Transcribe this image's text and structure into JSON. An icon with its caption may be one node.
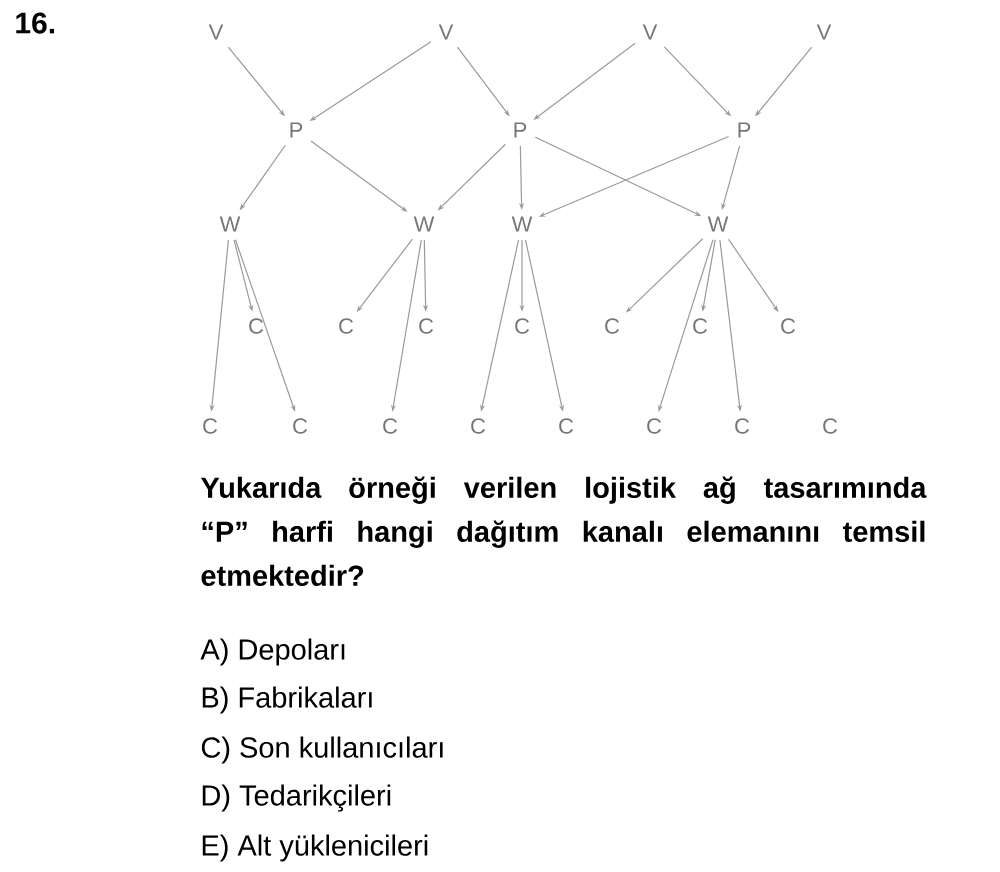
{
  "diagram": {
    "nodes": [
      {
        "text": [
          "V"
        ]
      },
      {
        "text": [
          "V"
        ]
      },
      {
        "text": [
          "V"
        ]
      },
      {
        "text": [
          "V"
        ]
      },
      {
        "text": [
          "P"
        ]
      },
      {
        "text": [
          "P"
        ]
      },
      {
        "text": [
          "P"
        ]
      },
      {
        "text": [
          "W"
        ]
      },
      {
        "text": [
          "W"
        ]
      },
      {
        "text": [
          "W"
        ]
      },
      {
        "text": [
          "W"
        ]
      },
      {
        "text": [
          "C"
        ]
      },
      {
        "text": [
          "C"
        ]
      },
      {
        "text": [
          "C"
        ]
      },
      {
        "text": [
          "C"
        ]
      },
      {
        "text": [
          "C"
        ]
      },
      {
        "text": [
          "C"
        ]
      },
      {
        "text": [
          "C"
        ]
      },
      {
        "text": [
          "C"
        ]
      },
      {
        "text": [
          "C"
        ]
      },
      {
        "text": [
          "C"
        ]
      },
      {
        "text": [
          "C"
        ]
      },
      {
        "text": [
          "C"
        ]
      },
      {
        "text": [
          "C"
        ]
      },
      {
        "text": [
          "C"
        ]
      },
      {
        "text": [
          "C"
        ]
      }
    ],
    "edges": [
      {
        "from": 0,
        "to": 4,
        "arrow": "to"
      },
      {
        "from": 1,
        "to": 4,
        "arrow": "to"
      },
      {
        "from": 1,
        "to": 5,
        "arrow": "to"
      },
      {
        "from": 2,
        "to": 5,
        "arrow": "to"
      },
      {
        "from": 2,
        "to": 6,
        "arrow": "to"
      },
      {
        "from": 3,
        "to": 6,
        "arrow": "to"
      },
      {
        "from": 4,
        "to": 7,
        "arrow": "to"
      },
      {
        "from": 4,
        "to": 8,
        "arrow": "to"
      },
      {
        "from": 5,
        "to": 8,
        "arrow": "to"
      },
      {
        "from": 5,
        "to": 9,
        "arrow": "to"
      },
      {
        "from": 5,
        "to": 10,
        "arrow": "to"
      },
      {
        "from": 6,
        "to": 9,
        "arrow": "to"
      },
      {
        "from": 6,
        "to": 10,
        "arrow": "to"
      },
      {
        "from": 7,
        "to": 18,
        "arrow": "to"
      },
      {
        "from": 7,
        "to": 11,
        "arrow": "to"
      },
      {
        "from": 7,
        "to": 19,
        "arrow": "to"
      },
      {
        "from": 8,
        "to": 12,
        "arrow": "to"
      },
      {
        "from": 8,
        "to": 20,
        "arrow": "to"
      },
      {
        "from": 8,
        "to": 13,
        "arrow": "to"
      },
      {
        "from": 9,
        "to": 21,
        "arrow": "to"
      },
      {
        "from": 9,
        "to": 14,
        "arrow": "to"
      },
      {
        "from": 9,
        "to": 22,
        "arrow": "to"
      },
      {
        "from": 10,
        "to": 15,
        "arrow": "to"
      },
      {
        "from": 10,
        "to": 23,
        "arrow": "to"
      },
      {
        "from": 10,
        "to": 16,
        "arrow": "to"
      },
      {
        "from": 10,
        "to": 24,
        "arrow": "to"
      },
      {
        "from": 10,
        "to": 17,
        "arrow": "to"
      }
    ],
    "labels": [
      "16.",
      "Yukarıda örneği verilen lojistik ağ tasarımında “P” harfi hangi dağıtım kanalı elemanını temsil etmektedir?",
      "A) Depoları",
      "B) Fabrikaları",
      "C) Son kullanıcıları",
      "D) Tedarikçileri",
      "E) Alt yüklenicileri"
    ]
  }
}
